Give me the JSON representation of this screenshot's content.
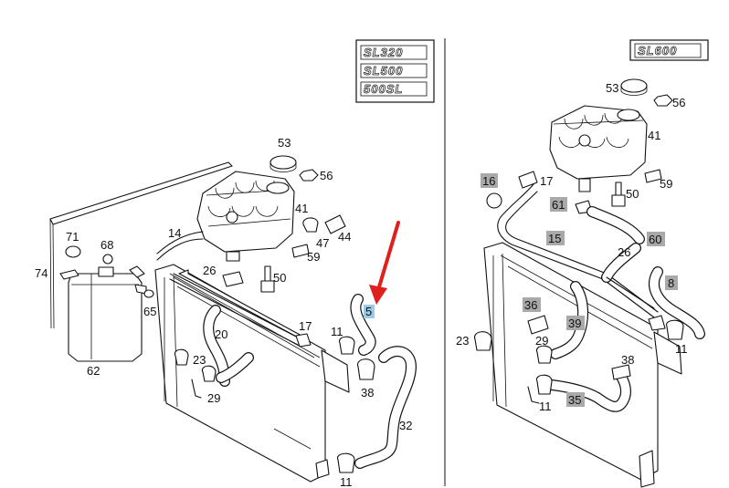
{
  "model_badges": {
    "left": [
      "SL320",
      "SL500",
      "500SL"
    ],
    "right": [
      "SL600"
    ]
  },
  "labels_left": {
    "p53": "53",
    "p56": "56",
    "p41": "41",
    "p14": "14",
    "p47": "47",
    "p44": "44",
    "p59": "59",
    "p71": "71",
    "p68": "68",
    "p74": "74",
    "p26": "26",
    "p50": "50",
    "p65": "65",
    "p5": "5",
    "p17": "17",
    "p11a": "11",
    "p20": "20",
    "p23": "23",
    "p62": "62",
    "p29": "29",
    "p38": "38",
    "p32": "32",
    "p11b": "11"
  },
  "labels_right": {
    "p53": "53",
    "p56": "56",
    "p41": "41",
    "p16": "16",
    "p17": "17",
    "p61": "61",
    "p50": "50",
    "p59": "59",
    "p15": "15",
    "p26": "26",
    "p60": "60",
    "p8": "8",
    "p36": "36",
    "p39": "39",
    "p11a": "11",
    "p23": "23",
    "p29": "29",
    "p38": "38",
    "p35": "35",
    "p11b": "11"
  },
  "colors": {
    "highlight_gray": "#a9a9a9",
    "highlight_blue": "#9cc9e6",
    "arrow_red": "#e0201c",
    "line": "#111111"
  }
}
